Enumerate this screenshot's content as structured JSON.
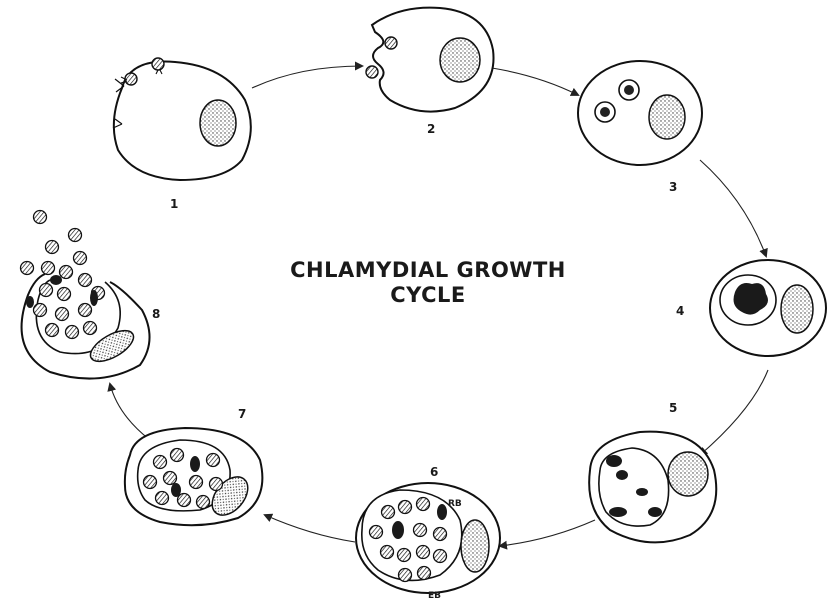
{
  "title": {
    "line1": "CHLAMYDIAL GROWTH",
    "line2": "CYCLE"
  },
  "stages": [
    {
      "label": "1"
    },
    {
      "label": "2"
    },
    {
      "label": "3"
    },
    {
      "label": "4"
    },
    {
      "label": "5"
    },
    {
      "label": "6",
      "annotations": [
        "RB",
        "EB"
      ]
    },
    {
      "label": "7"
    },
    {
      "label": "8"
    }
  ],
  "colors": {
    "ink": "#111111",
    "background": "#ffffff"
  }
}
